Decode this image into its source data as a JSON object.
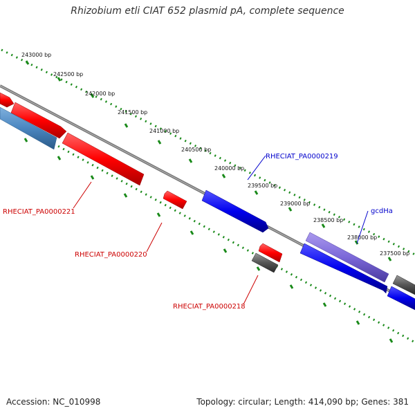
{
  "title": "Rhizobium etli CIAT 652 plasmid pA, complete sequence",
  "footer": {
    "accession": "Accession: NC_010998",
    "summary": "Topology: circular; Length: 414,090 bp; Genes: 381"
  },
  "ticks": [
    "243000 bp",
    "242500 bp",
    "242000 bp",
    "241500 bp",
    "241000 bp",
    "240500 bp",
    "240000 bp",
    "239500 bp",
    "239000 bp",
    "238500 bp",
    "238000 bp",
    "237500 bp"
  ],
  "gene_labels": [
    {
      "text": "RHECIAT_PA0000219",
      "color": "#0000cc"
    },
    {
      "text": "gcdHa",
      "color": "#0000cc"
    },
    {
      "text": "RHECIAT_PA0000221",
      "color": "#cc0000"
    },
    {
      "text": "RHECIAT_PA0000220",
      "color": "#cc0000"
    },
    {
      "text": "RHECIAT_PA0000218",
      "color": "#cc0000"
    }
  ],
  "colors": {
    "forward_gene": "#ff0000",
    "reverse_gene": "#0000ee",
    "rna_gene": "#4a86c0",
    "other_gene": "#555555",
    "purple_gene": "#7b68d8",
    "backbone": "#777777",
    "tick_dots": "#1a8a1a"
  }
}
